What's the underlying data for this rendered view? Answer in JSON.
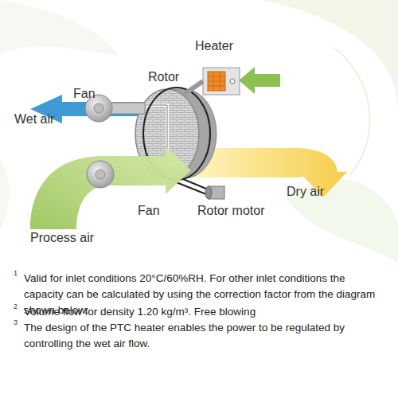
{
  "diagram": {
    "labels": [
      "Heater",
      "Rotor",
      "Fan",
      "Wet air",
      "Fan",
      "Rotor motor",
      "Dry air",
      "Process air",
      "1",
      "Valid for inlet conditions 20°C/60%RH. For other inlet conditions the capacity can be calculated by using the correction factor from the diagram shown below.",
      "2",
      "Volume flow for density 1.20 kg/m³. Free blowing",
      "3",
      "The design of the PTC heater enables the power to be regulated by controlling the wet air flow."
    ]
  }
}
